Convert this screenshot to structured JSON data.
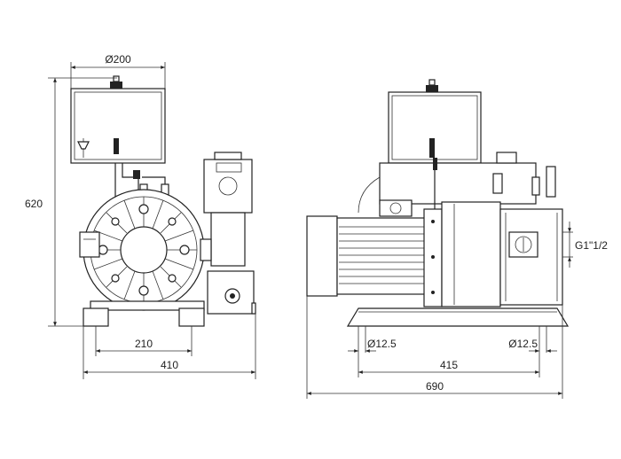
{
  "drawing": {
    "dimensions": {
      "d200": "Ø200",
      "h620": "620",
      "w210": "210",
      "w410": "410",
      "d12_5_left": "Ø12.5",
      "d12_5_right": "Ø12.5",
      "w415": "415",
      "w690": "690",
      "g_thread": "G1\"1/2"
    }
  }
}
